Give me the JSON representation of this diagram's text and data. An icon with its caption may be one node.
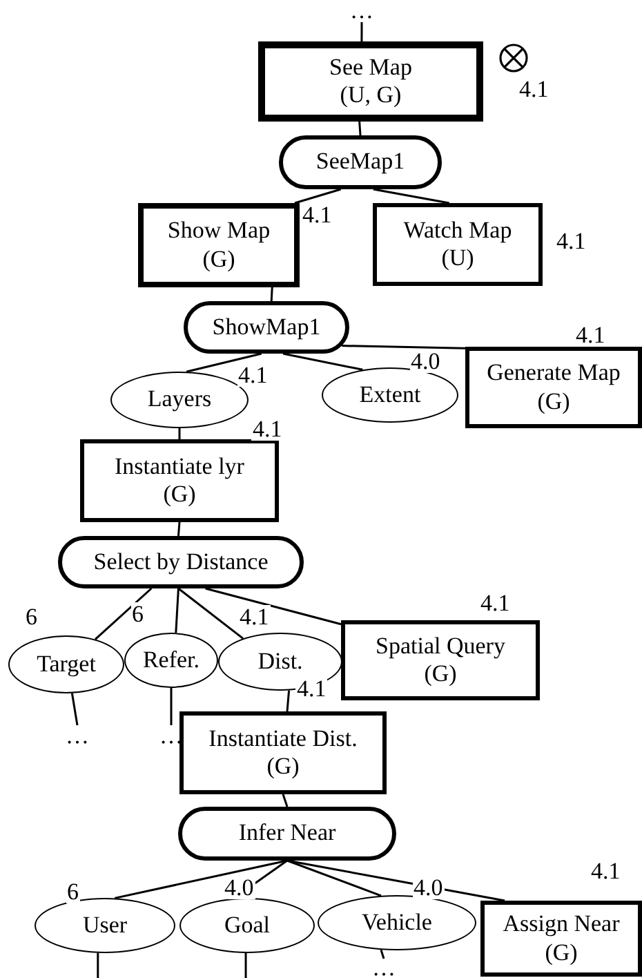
{
  "diagram": {
    "nodes": [
      {
        "text": [
          "…"
        ]
      },
      {
        "text": [
          "See Map",
          "(U, G)"
        ],
        "beside": [
          "4.1"
        ]
      },
      {
        "text": [
          "SeeMap1"
        ]
      },
      {
        "text": [
          "Show Map",
          "(G)"
        ],
        "beside": [
          "4.1"
        ]
      },
      {
        "text": [
          "Watch Map",
          "(U)"
        ],
        "beside": [
          "4.1"
        ]
      },
      {
        "text": [
          "ShowMap1"
        ]
      },
      {
        "text": [
          "Layers"
        ],
        "beside": [
          "4.1"
        ]
      },
      {
        "text": [
          "Extent"
        ],
        "beside": [
          "4.0"
        ]
      },
      {
        "text": [
          "Generate Map",
          "(G)"
        ],
        "beside": [
          "4.1"
        ]
      },
      {
        "text": [
          "Instantiate lyr",
          "(G)"
        ],
        "beside": [
          "4.1"
        ]
      },
      {
        "text": [
          "Select by Distance"
        ]
      },
      {
        "text": [
          "Target"
        ],
        "beside": [
          "6"
        ]
      },
      {
        "text": [
          "Refer."
        ],
        "beside": [
          "6"
        ]
      },
      {
        "text": [
          "Dist."
        ],
        "beside": [
          "4.1"
        ]
      },
      {
        "text": [
          "Spatial Query",
          "(G)"
        ],
        "beside": [
          "4.1"
        ]
      },
      {
        "text": [
          "…"
        ]
      },
      {
        "text": [
          "…"
        ]
      },
      {
        "text": [
          "Instantiate Dist.",
          "(G)"
        ],
        "beside": [
          "4.1"
        ]
      },
      {
        "text": [
          "Infer Near"
        ]
      },
      {
        "text": [
          "User"
        ],
        "beside": [
          "6"
        ]
      },
      {
        "text": [
          "Goal"
        ],
        "beside": [
          "4.0"
        ]
      },
      {
        "text": [
          "Vehicle"
        ],
        "beside": [
          "4.0"
        ]
      },
      {
        "text": [
          "Assign Near",
          "(G)"
        ],
        "beside": [
          "4.1"
        ]
      },
      {
        "text": [
          "…"
        ]
      }
    ],
    "edges": [
      {
        "from": 0,
        "to": 1,
        "arrow": "none"
      },
      {
        "from": 1,
        "to": 2,
        "arrow": "none"
      },
      {
        "from": 2,
        "to": 3,
        "arrow": "none"
      },
      {
        "from": 2,
        "to": 4,
        "arrow": "none"
      },
      {
        "from": 3,
        "to": 5,
        "arrow": "none"
      },
      {
        "from": 5,
        "to": 6,
        "arrow": "none"
      },
      {
        "from": 5,
        "to": 7,
        "arrow": "none"
      },
      {
        "from": 5,
        "to": 8,
        "arrow": "none"
      },
      {
        "from": 6,
        "to": 9,
        "arrow": "none"
      },
      {
        "from": 9,
        "to": 10,
        "arrow": "none"
      },
      {
        "from": 10,
        "to": 11,
        "arrow": "none"
      },
      {
        "from": 10,
        "to": 12,
        "arrow": "none"
      },
      {
        "from": 10,
        "to": 13,
        "arrow": "none"
      },
      {
        "from": 10,
        "to": 14,
        "arrow": "none"
      },
      {
        "from": 11,
        "to": 15,
        "arrow": "none"
      },
      {
        "from": 12,
        "to": 16,
        "arrow": "none"
      },
      {
        "from": 13,
        "to": 17,
        "arrow": "none"
      },
      {
        "from": 17,
        "to": 18,
        "arrow": "none"
      },
      {
        "from": 18,
        "to": 19,
        "arrow": "none"
      },
      {
        "from": 18,
        "to": 20,
        "arrow": "none"
      },
      {
        "from": 18,
        "to": 21,
        "arrow": "none"
      },
      {
        "from": 18,
        "to": 22,
        "arrow": "none"
      },
      {
        "from": 19,
        "to": null,
        "arrow": "none"
      },
      {
        "from": 20,
        "to": null,
        "arrow": "none"
      },
      {
        "from": 21,
        "to": 23,
        "arrow": "none"
      }
    ]
  }
}
